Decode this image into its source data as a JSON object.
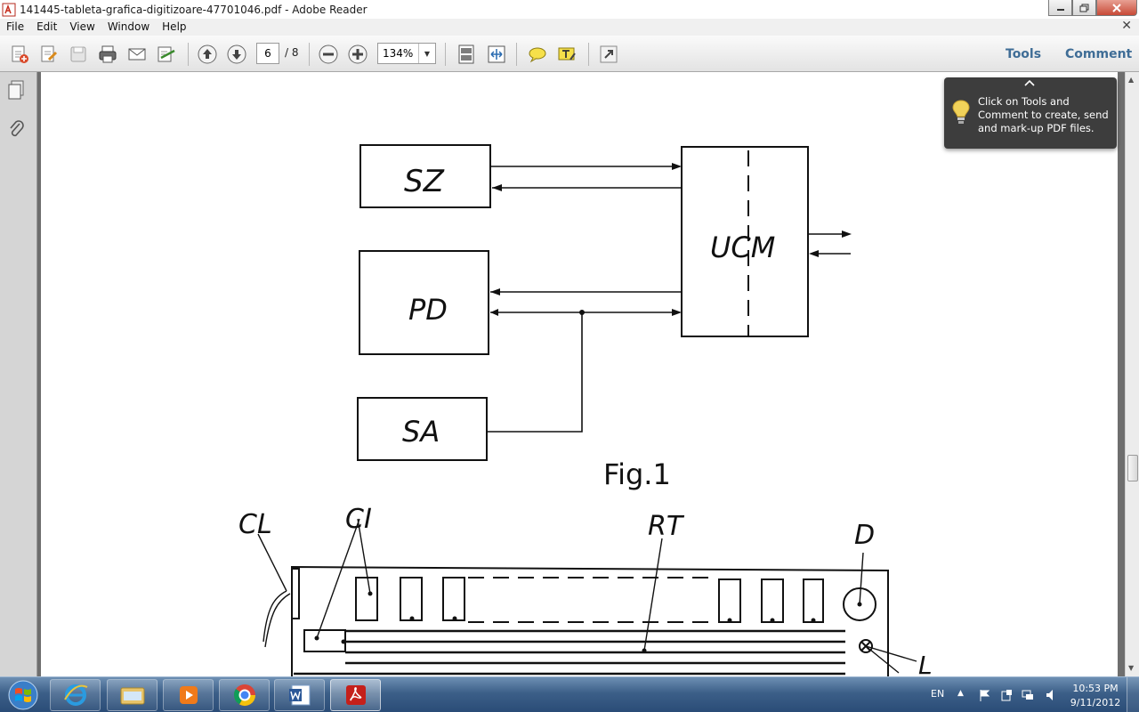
{
  "window": {
    "title": "141445-tableta-grafica-digitizoare-47701046.pdf - Adobe Reader"
  },
  "menu": {
    "items": [
      "File",
      "Edit",
      "View",
      "Window",
      "Help"
    ]
  },
  "toolbar": {
    "page_current": "6",
    "page_total": "/ 8",
    "zoom": "134%",
    "tools_label": "Tools",
    "comment_label": "Comment"
  },
  "tooltip": {
    "text": "Click on Tools and Comment to create, send and mark-up PDF files."
  },
  "figure": {
    "blocks": [
      "SZ",
      "PD",
      "SA",
      "UCM"
    ],
    "caption": "Fig.1",
    "labels": [
      "CL",
      "CI",
      "RT",
      "D",
      "L"
    ]
  },
  "taskbar": {
    "lang": "EN",
    "time": "10:53 PM",
    "date": "9/11/2012",
    "apps": [
      "internet-explorer",
      "file-explorer",
      "media-player",
      "chrome",
      "word",
      "adobe-reader"
    ]
  }
}
